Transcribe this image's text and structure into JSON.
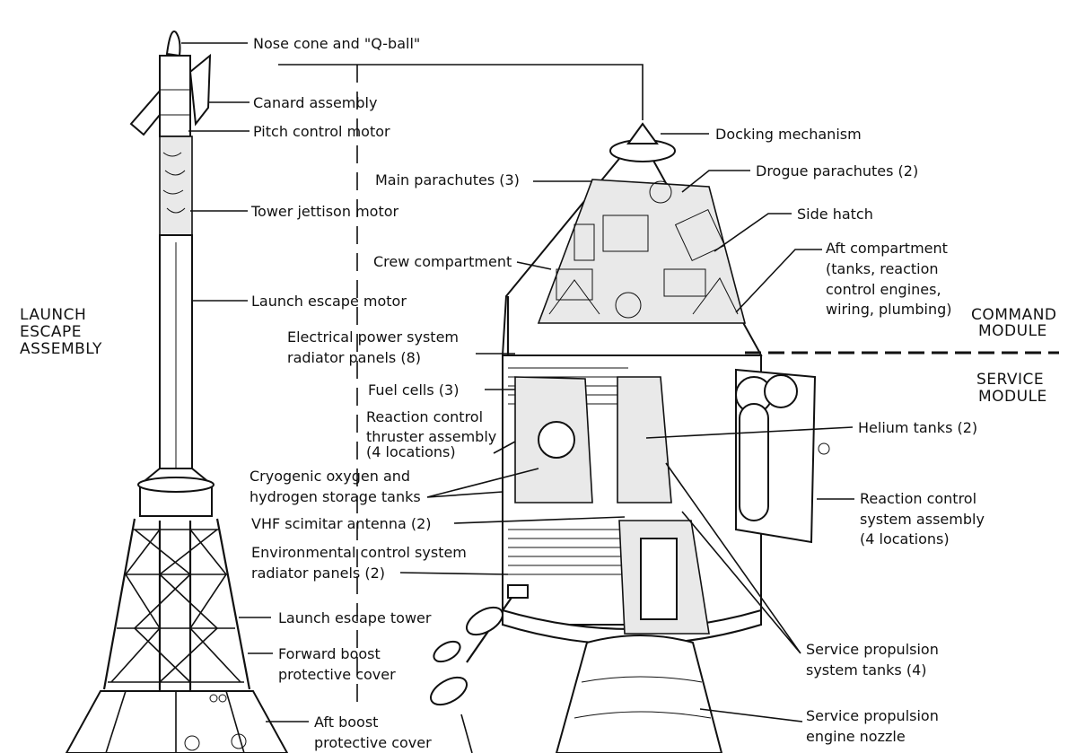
{
  "section_labels": {
    "launch_escape": [
      "LAUNCH",
      "ESCAPE",
      "ASSEMBLY"
    ],
    "command_module": [
      "COMMAND",
      "MODULE"
    ],
    "service_module": [
      "SERVICE",
      "MODULE"
    ]
  },
  "callouts": {
    "nose_cone": "Nose cone and \"Q-ball\"",
    "canard": "Canard assembly",
    "pitch_motor": "Pitch control motor",
    "tower_jettison": "Tower jettison motor",
    "launch_escape_motor": "Launch escape motor",
    "launch_escape_tower": "Launch escape tower",
    "forward_cover": [
      "Forward boost",
      "protective cover"
    ],
    "aft_cover": [
      "Aft boost",
      "protective cover"
    ],
    "docking": "Docking mechanism",
    "drogue": "Drogue parachutes (2)",
    "main_chutes": "Main parachutes (3)",
    "side_hatch": "Side hatch",
    "crew": "Crew compartment",
    "aft_compartment": [
      "Aft compartment",
      "(tanks, reaction",
      "control engines,",
      "wiring, plumbing)"
    ],
    "eps_radiator": [
      "Electrical power system",
      "radiator panels (8)"
    ],
    "fuel_cells": "Fuel cells (3)",
    "rcs_thruster": [
      "Reaction control",
      "thruster assembly",
      "(4 locations)"
    ],
    "cryo": [
      "Cryogenic oxygen and",
      "hydrogen storage tanks"
    ],
    "vhf": "VHF scimitar antenna (2)",
    "ecs_radiator": [
      "Environmental control system",
      "radiator panels (2)"
    ],
    "helium": "Helium tanks (2)",
    "rcs_system": [
      "Reaction control",
      "system assembly",
      "(4 locations)"
    ],
    "sps_tanks": [
      "Service propulsion",
      "system tanks (4)"
    ],
    "sps_nozzle": [
      "Service propulsion",
      "engine nozzle"
    ]
  }
}
